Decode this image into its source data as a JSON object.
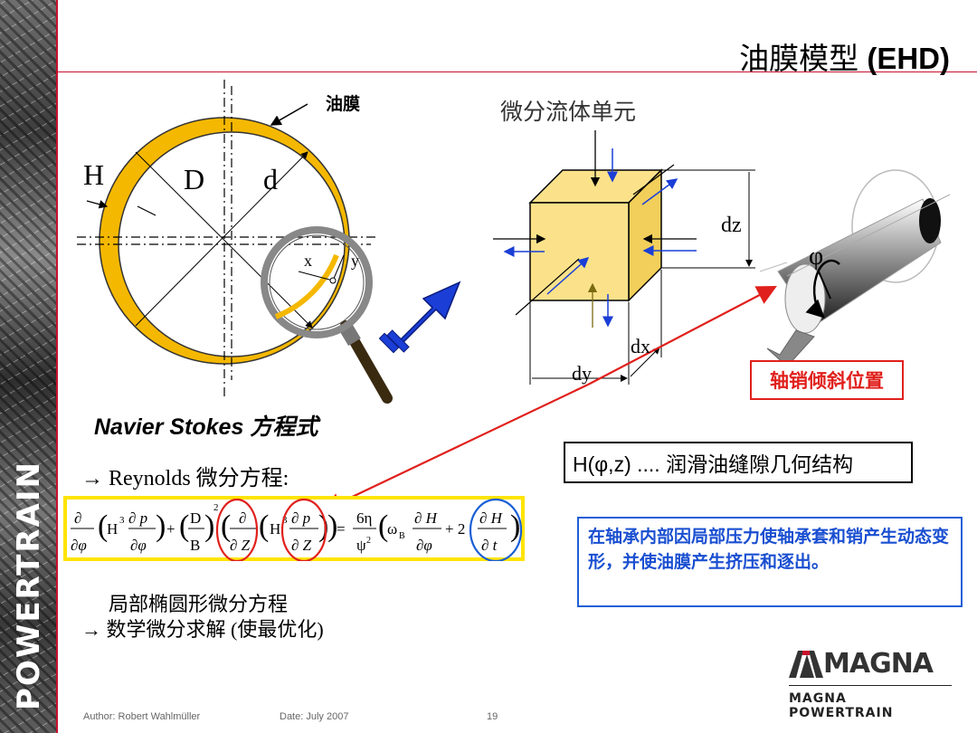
{
  "sidebar": {
    "brand": "POWERTRAIN"
  },
  "header": {
    "title_cn": "油膜模型",
    "title_en": "(EHD)"
  },
  "diagram": {
    "oil_film_label": "油膜",
    "H": "H",
    "D": "D",
    "d": "d",
    "x": "x",
    "y": "y",
    "element_label": "微分流体单元",
    "dz": "dz",
    "dx": "dx",
    "dy": "dy",
    "phi": "φ",
    "pin_tilt_label": "轴销倾斜位置"
  },
  "body": {
    "navier_en": "Navier Stokes",
    "navier_cn": "方程式",
    "reynolds": "→ Reynolds 微分方程:",
    "equation": {
      "t1_num": "∂",
      "t1_den": "∂φ",
      "t1_h": "H",
      "t1_pow": "3",
      "t1_in_num": "∂ p",
      "t1_in_den": "∂φ",
      "plus1": "+",
      "ratio_num": "D",
      "ratio_den": "B",
      "ratio_pow": "2",
      "t2_num": "∂",
      "t2_den": "∂ Z",
      "t2_h": "H",
      "t2_pow": "3",
      "t2_in_num": "∂ p",
      "t2_in_den": "∂ Z",
      "eq": "=",
      "rhs_num": "6η",
      "rhs_den": "ψ",
      "rhs_pow": "2",
      "omega": "ω",
      "omega_sub": "B",
      "dh_num": "∂ H",
      "dh_den": "∂φ",
      "plus2": "+ 2",
      "dt_num": "∂ H",
      "dt_den": "∂ t"
    },
    "h_box_prefix": "H(φ,z) ....",
    "h_box_cn": "润滑油缝隙几何结构",
    "blue_box": "在轴承内部因局部压力使轴承套和销产生动态变形，并使油膜产生挤压和逐出。",
    "local_eq": "局部椭圆形微分方程",
    "math_solve": "→  数学微分求解 (使最优化)"
  },
  "logo": {
    "name": "MAGNA",
    "sub": "MAGNA POWERTRAIN"
  },
  "footer": {
    "author": "Author: Robert Wahlmüller",
    "date": "Date: July 2007",
    "page": "19"
  },
  "colors": {
    "accent_red": "#c8102e",
    "film_yellow": "#f5b800",
    "cube_yellow": "#fbe28a",
    "arrow_blue": "#1a3ed6",
    "text_blue": "#1a4fd1"
  }
}
